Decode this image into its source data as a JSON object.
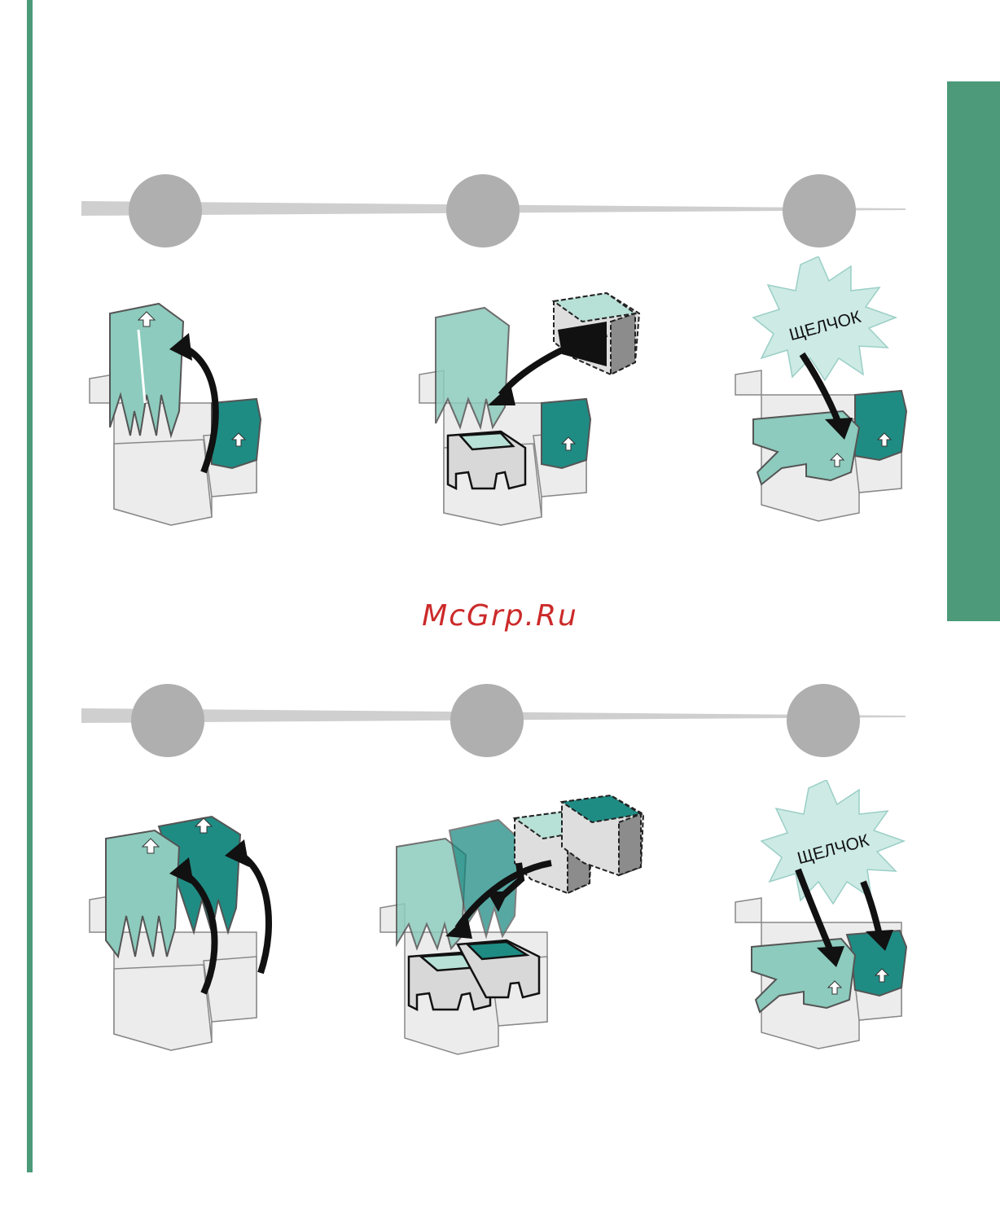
{
  "watermark": "McGrp.Ru",
  "rows": [
    {
      "steps": [
        {
          "burst": ""
        },
        {
          "burst": ""
        },
        {
          "burst": "ЩЕЛЧОК"
        }
      ]
    },
    {
      "steps": [
        {
          "burst": ""
        },
        {
          "burst": ""
        },
        {
          "burst": "ЩЕЛЧОК"
        }
      ]
    }
  ],
  "colors": {
    "accent_green": "#4c9a79",
    "cartridge_light": "#8ccbbd",
    "cartridge_dark": "#1f8c84",
    "step_gray": "#afafaf",
    "watermark_red": "#cc2a2a"
  }
}
